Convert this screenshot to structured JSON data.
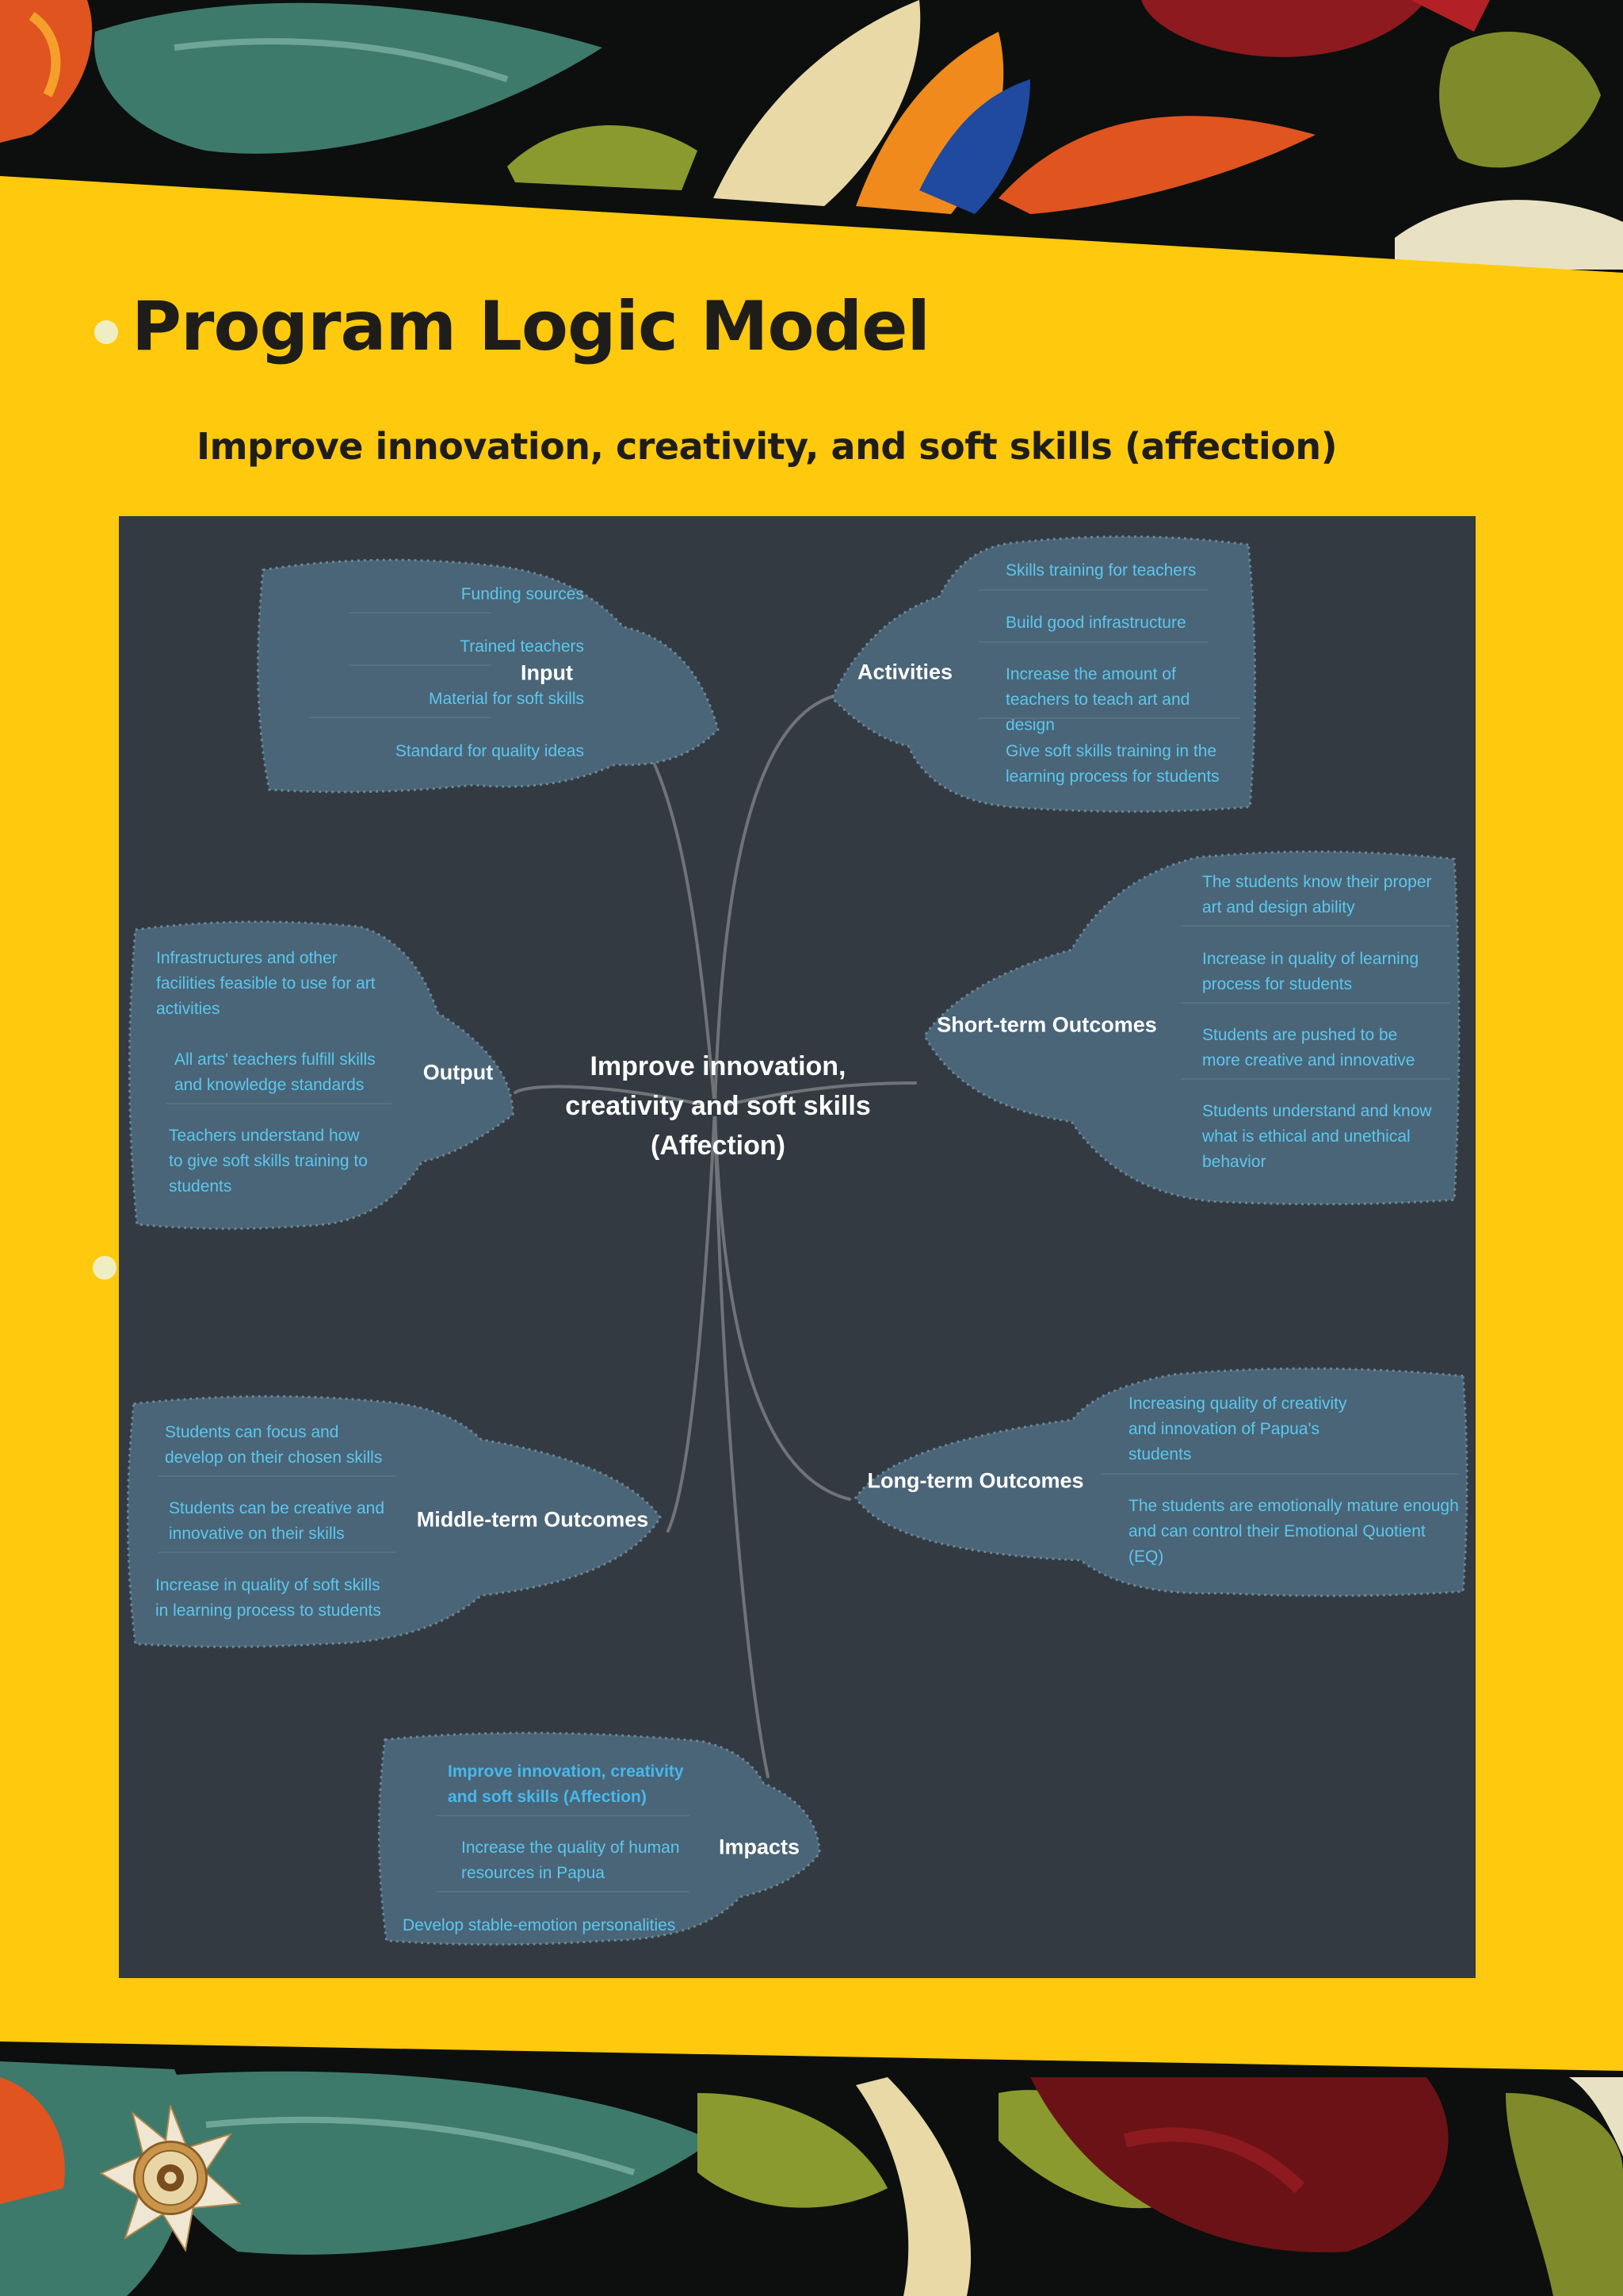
{
  "slide": {
    "title": "Program Logic Model",
    "subtitle": "Improve innovation, creativity, and soft skills (affection)",
    "colors": {
      "banner": "#ffc90e",
      "panel": "#333a41",
      "bubble": "#4a6577",
      "leaf_text": "#5bc7ef",
      "title_text": "#1f1d1a"
    }
  },
  "diagram": {
    "center": "Improve innovation, creativity and soft skills (Affection)",
    "branches": {
      "input": {
        "label": "Input",
        "items": [
          "Funding sources",
          "Trained teachers",
          "Material for soft skills",
          "Standard for quality ideas"
        ]
      },
      "activities": {
        "label": "Activities",
        "items": [
          "Skills training for teachers",
          "Build good infrastructure",
          "Increase the amount of teachers to teach art and design",
          "Give soft skills training in the learning process for students"
        ]
      },
      "output": {
        "label": "Output",
        "items": [
          "Infrastructures and other facilities feasible to use for art activities",
          "All arts' teachers fulfill skills and knowledge standards",
          "Teachers understand how to give soft skills training to students"
        ]
      },
      "short_term": {
        "label": "Short-term Outcomes",
        "items": [
          "The students know their proper art and design ability",
          "Increase in quality of learning process for students",
          "Students are pushed to be more creative and innovative",
          "Students understand and know what is ethical and unethical behavior"
        ]
      },
      "middle_term": {
        "label": "Middle-term Outcomes",
        "items": [
          "Students can focus and develop on their chosen skills",
          "Students can be creative and innovative on their skills",
          "Increase in quality of soft skills in learning process to students"
        ]
      },
      "long_term": {
        "label": "Long-term Outcomes",
        "items": [
          "Increasing quality of creativity and innovation of Papua's students",
          "The students are emotionally mature enough and can control their Emotional Quotient (EQ)"
        ]
      },
      "impacts": {
        "label": "Impacts",
        "items": [
          "Improve innovation, creativity and soft skills (Affection)",
          "Increase the quality of human resources in Papua",
          "Develop stable-emotion personalities"
        ]
      }
    }
  }
}
